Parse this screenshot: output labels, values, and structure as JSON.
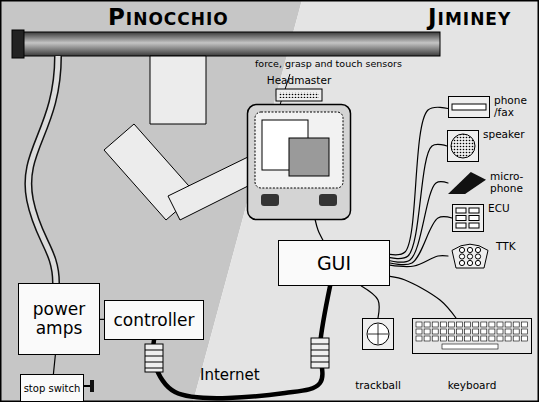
{
  "diagram": {
    "nodes": [
      {
        "text": [
          "power amps"
        ]
      },
      {
        "text": [
          "controller"
        ]
      },
      {
        "text": [
          "stop switch"
        ]
      },
      {
        "text": [
          "Headmaster"
        ]
      },
      {
        "text": [
          "GUI"
        ]
      },
      {
        "text": [
          "phone /fax"
        ]
      },
      {
        "text": [
          "speaker"
        ]
      },
      {
        "text": [
          "micro- phone"
        ]
      },
      {
        "text": [
          "ECU"
        ]
      },
      {
        "text": [
          "TTK"
        ]
      },
      {
        "text": [
          "trackball"
        ]
      },
      {
        "text": [
          "keyboard"
        ]
      }
    ],
    "edges": [
      {
        "from": 0,
        "to": 1,
        "arrow": "none"
      },
      {
        "from": 0,
        "to": 2,
        "arrow": "none"
      },
      {
        "from": 1,
        "to": 4,
        "arrow": "none",
        "label": "Internet"
      },
      {
        "from": 3,
        "to": 4,
        "arrow": "none"
      },
      {
        "from": 4,
        "to": 5,
        "arrow": "none"
      },
      {
        "from": 4,
        "to": 6,
        "arrow": "none"
      },
      {
        "from": 4,
        "to": 7,
        "arrow": "none"
      },
      {
        "from": 4,
        "to": 8,
        "arrow": "none"
      },
      {
        "from": 4,
        "to": 9,
        "arrow": "none"
      },
      {
        "from": 4,
        "to": 10,
        "arrow": "none"
      },
      {
        "from": 4,
        "to": 11,
        "arrow": "none"
      }
    ],
    "labels": [
      "PINOCCHIO",
      "JIMINEY",
      "force, grasp and touch sensors"
    ]
  }
}
